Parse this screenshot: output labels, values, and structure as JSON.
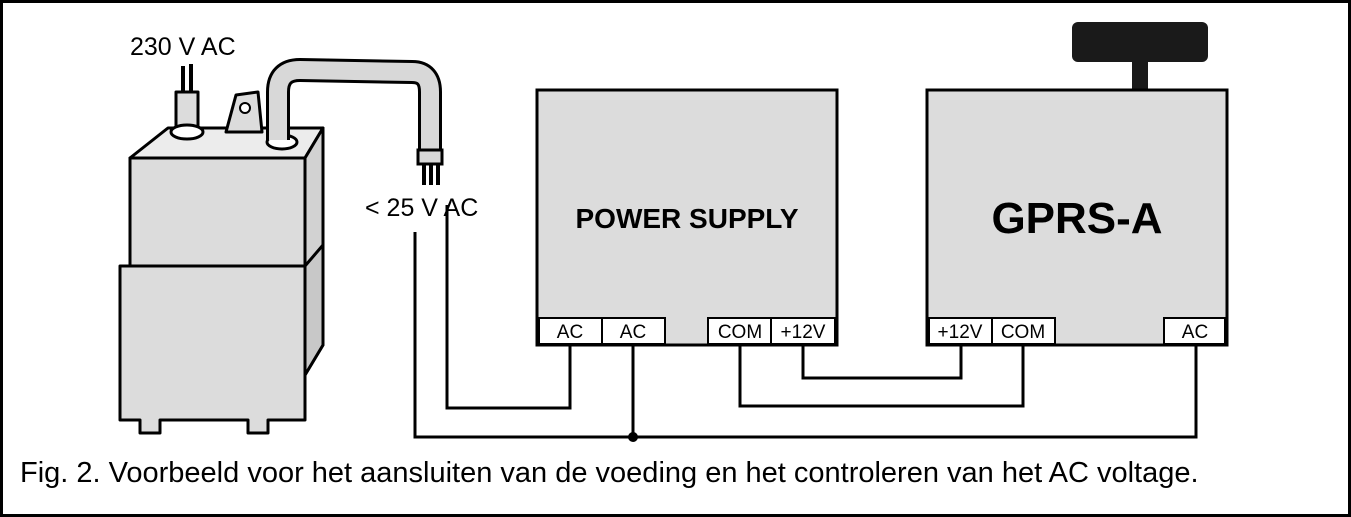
{
  "labels": {
    "mains": "230 V AC",
    "secondary": "< 25 V AC"
  },
  "power_supply": {
    "title": "POWER SUPPLY",
    "terminals": [
      "AC",
      "AC",
      "COM",
      "+12V"
    ]
  },
  "gprs": {
    "title": "GPRS-A",
    "terminals": [
      "+12V",
      "COM",
      "AC"
    ]
  },
  "caption": "Fig. 2. Voorbeeld voor het aansluiten van de voeding en het controleren van het AC voltage.",
  "colors": {
    "box_fill": "#dcdcdc",
    "line": "#000000",
    "antenna": "#1a1a1a"
  },
  "icons": {
    "transformer": "transformer-icon",
    "antenna": "antenna-icon"
  }
}
